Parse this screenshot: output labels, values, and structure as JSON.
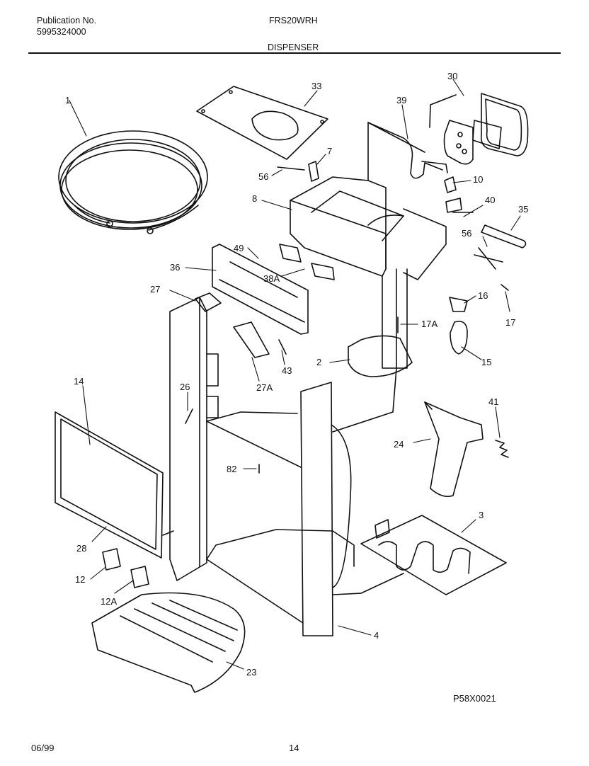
{
  "header": {
    "publication_label": "Publication No.",
    "publication_number": "5995324000",
    "model": "FRS20WRH",
    "section": "DISPENSER"
  },
  "footer": {
    "date": "06/99",
    "page": "14",
    "drawing_code": "P58X0021"
  },
  "callouts": [
    "1",
    "33",
    "39",
    "30",
    "7",
    "56",
    "10",
    "8",
    "40",
    "35",
    "56",
    "49",
    "36",
    "38A",
    "27",
    "16",
    "17A",
    "17",
    "2",
    "15",
    "43",
    "27A",
    "14",
    "26",
    "41",
    "24",
    "82",
    "3",
    "28",
    "12",
    "12A",
    "4",
    "23"
  ]
}
